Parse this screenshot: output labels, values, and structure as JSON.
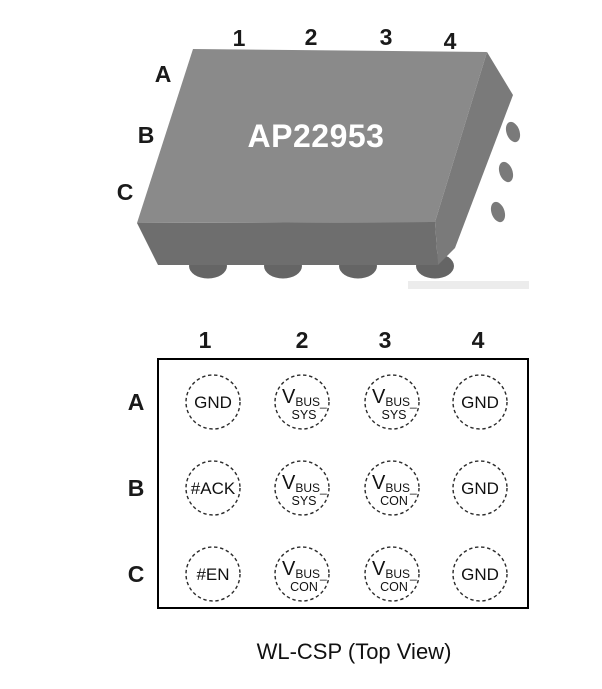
{
  "top": {
    "part_number": "AP22953",
    "columns": [
      "1",
      "2",
      "3",
      "4"
    ],
    "rows": [
      "A",
      "B",
      "C"
    ],
    "colors": {
      "top_face": "#8a8a8a",
      "side_face": "#7a7a7a",
      "front_face": "#6e6e6e",
      "ball": "#656565",
      "shadow": "#ececec",
      "part_text": "#ffffff"
    }
  },
  "bottom": {
    "columns": [
      "1",
      "2",
      "3",
      "4"
    ],
    "rows": [
      "A",
      "B",
      "C"
    ],
    "caption": "WL-CSP (Top View)",
    "pins": {
      "A1": {
        "label": "GND"
      },
      "A2": {
        "base": "V",
        "sub": "BUS_",
        "line2": "SYS"
      },
      "A3": {
        "base": "V",
        "sub": "BUS_",
        "line2": "SYS"
      },
      "A4": {
        "label": "GND"
      },
      "B1": {
        "label": "#ACK"
      },
      "B2": {
        "base": "V",
        "sub": "BUS_",
        "line2": "SYS"
      },
      "B3": {
        "base": "V",
        "sub": "BUS_",
        "line2": "CON"
      },
      "B4": {
        "label": "GND"
      },
      "C1": {
        "label": "#EN"
      },
      "C2": {
        "base": "V",
        "sub": "BUS_",
        "line2": "CON"
      },
      "C3": {
        "base": "V",
        "sub": "BUS_",
        "line2": "CON"
      },
      "C4": {
        "label": "GND"
      }
    }
  }
}
